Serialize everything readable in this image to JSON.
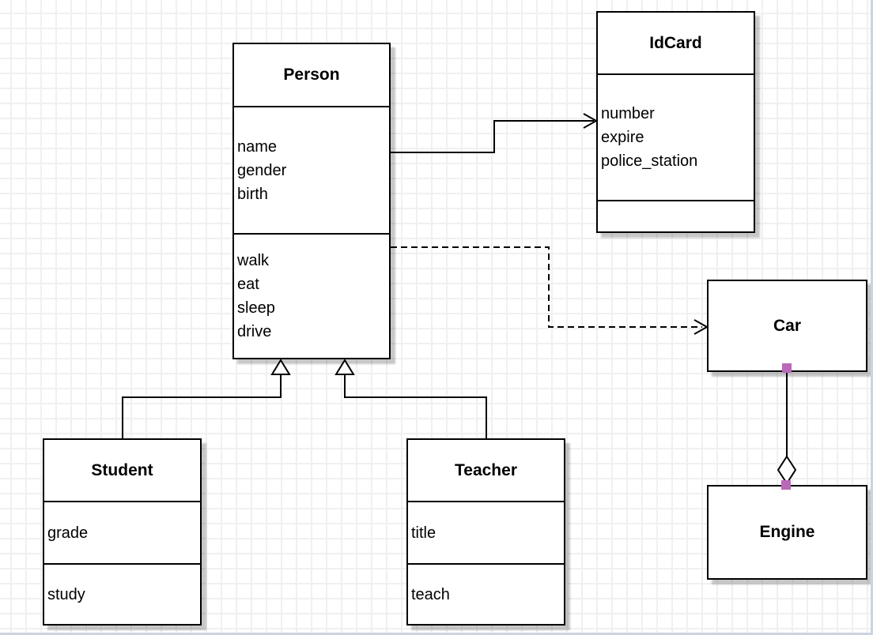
{
  "diagram": {
    "classes": {
      "person": {
        "title": "Person",
        "attributes": [
          "name",
          "gender",
          "birth"
        ],
        "methods": [
          "walk",
          "eat",
          "sleep",
          "drive"
        ]
      },
      "idcard": {
        "title": "IdCard",
        "attributes": [
          "number",
          "expire",
          "police_station"
        ],
        "methods": []
      },
      "student": {
        "title": "Student",
        "attributes": [
          "grade"
        ],
        "methods": [
          "study"
        ]
      },
      "teacher": {
        "title": "Teacher",
        "attributes": [
          "title"
        ],
        "methods": [
          "teach"
        ]
      },
      "car": {
        "title": "Car"
      },
      "engine": {
        "title": "Engine"
      }
    },
    "relationships": [
      {
        "from": "Person",
        "to": "IdCard",
        "type": "association",
        "line": "solid",
        "arrow": "open"
      },
      {
        "from": "Person",
        "to": "Car",
        "type": "dependency",
        "line": "dashed",
        "arrow": "open"
      },
      {
        "from": "Student",
        "to": "Person",
        "type": "generalization",
        "line": "solid",
        "arrow": "hollow-triangle"
      },
      {
        "from": "Teacher",
        "to": "Person",
        "type": "generalization",
        "line": "solid",
        "arrow": "hollow-triangle"
      },
      {
        "from": "Car",
        "to": "Engine",
        "type": "aggregation",
        "line": "solid",
        "arrow": "hollow-diamond"
      }
    ],
    "colors": {
      "line": "#000000",
      "node_fill": "#ffffff",
      "endpoint_marker": "#ba68ba",
      "grid_line": "#f0f0f3"
    }
  }
}
